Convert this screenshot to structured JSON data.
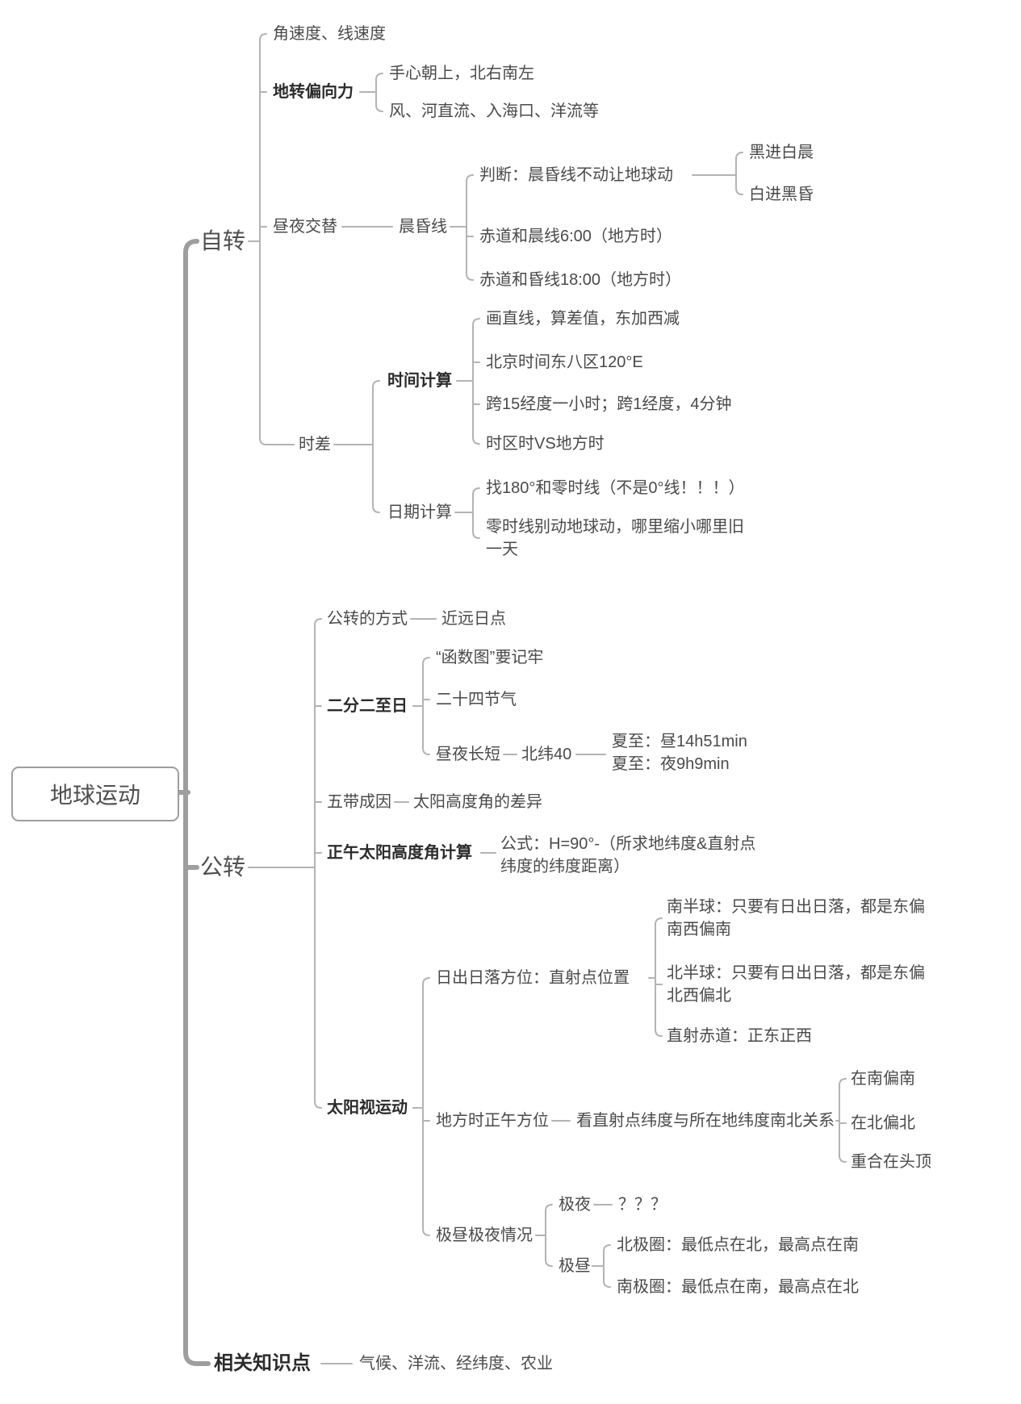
{
  "palette": {
    "background": "#ffffff",
    "text": "#4a4a4a",
    "bold_text": "#2b2b2b",
    "branch_line": "#b3b3b3",
    "trunk_line": "#9e9e9e",
    "root_border": "#9e9e9e"
  },
  "root": {
    "label": "地球运动"
  },
  "rotation": {
    "label": "自转",
    "speed": {
      "label": "角速度、线速度"
    },
    "deflection": {
      "label": "地转偏向力",
      "palm": {
        "label": "手心朝上，北右南左"
      },
      "wind": {
        "label": "风、河直流、入海口、洋流等"
      }
    },
    "day_night": {
      "label": "昼夜交替",
      "terminator": {
        "label": "晨昏线",
        "judge": {
          "label": "判断：晨昏线不动让地球动",
          "dark_to_light": {
            "label": "黑进白晨"
          },
          "light_to_dark": {
            "label": "白进黑昏"
          }
        },
        "morning": {
          "label": "赤道和晨线6:00（地方时）"
        },
        "evening": {
          "label": "赤道和昏线18:00（地方时）"
        }
      }
    },
    "time_diff": {
      "label": "时差",
      "time_calc": {
        "label": "时间计算",
        "draw_line": {
          "label": "画直线，算差值，东加西减"
        },
        "beijing": {
          "label": "北京时间东八区120°E"
        },
        "degrees": {
          "label": "跨15经度一小时；跨1经度，4分钟"
        },
        "zone_vs_local": {
          "label": "时区时VS地方时"
        }
      },
      "date_calc": {
        "label": "日期计算",
        "find_line": {
          "label": "找180°和零时线（不是0°线！！！）"
        },
        "zero_line": {
          "line1": "零时线别动地球动，哪里缩小哪里旧",
          "line2": "一天"
        }
      }
    }
  },
  "revolution": {
    "label": "公转",
    "mode": {
      "label": "公转的方式",
      "aphelion": {
        "label": "近远日点"
      }
    },
    "solstices": {
      "label": "二分二至日",
      "function_graph": {
        "label": "“函数图”要记牢"
      },
      "solar_terms": {
        "label": "二十四节气"
      },
      "day_length": {
        "label": "昼夜长短",
        "lat40": {
          "label": "北纬40"
        },
        "summer_day": {
          "label": "夏至：昼14h51min"
        },
        "summer_night": {
          "label": "夏至：夜9h9min"
        }
      }
    },
    "five_zones": {
      "label": "五带成因",
      "cause": {
        "label": "太阳高度角的差异"
      }
    },
    "noon_angle": {
      "label": "正午太阳高度角计算",
      "formula_line1": "公式：H=90°-（所求地纬度&直射点",
      "formula_line2": "纬度的纬度距离）"
    },
    "apparent_sun": {
      "label": "太阳视运动",
      "sunrise": {
        "label": "日出日落方位：直射点位置",
        "south": {
          "line1": "南半球：只要有日出日落，都是东偏",
          "line2": "南西偏南"
        },
        "north": {
          "line1": "北半球：只要有日出日落，都是东偏",
          "line2": "北西偏北"
        },
        "equator": {
          "label": "直射赤道：正东正西"
        }
      },
      "noon_direction": {
        "label": "地方时正午方位",
        "relation": {
          "label": "看直射点纬度与所在地纬度南北关系"
        },
        "south_south": {
          "label": "在南偏南"
        },
        "north_north": {
          "label": "在北偏北"
        },
        "overhead": {
          "label": "重合在头顶"
        }
      },
      "polar": {
        "label": "极昼极夜情况",
        "polar_night": {
          "label": "极夜",
          "unknown": {
            "label": "？？？"
          }
        },
        "polar_day": {
          "label": "极昼",
          "arctic": {
            "label": "北极圈：最低点在北，最高点在南"
          },
          "antarctic": {
            "label": "南极圈：最低点在南，最高点在北"
          }
        }
      }
    }
  },
  "related": {
    "label": "相关知识点",
    "topics": {
      "label": "气候、洋流、经纬度、农业"
    }
  }
}
